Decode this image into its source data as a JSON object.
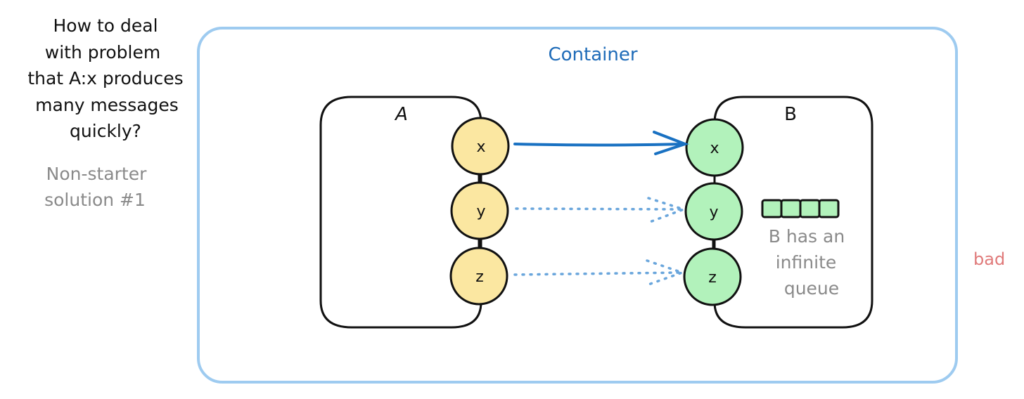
{
  "question": {
    "lines": [
      "How to deal",
      "with problem",
      "that A:x produces",
      "many messages",
      "quickly?"
    ]
  },
  "note": {
    "lines": [
      "Non-starter",
      "solution #1"
    ]
  },
  "container": {
    "title": "Container"
  },
  "component_a": {
    "label": "A",
    "ports": [
      "x",
      "y",
      "z"
    ]
  },
  "component_b": {
    "label": "B",
    "ports": [
      "x",
      "y",
      "z"
    ],
    "queue_note": [
      "B has an",
      "infinite",
      "queue"
    ],
    "queue_cells": 4
  },
  "verdict": "bad",
  "colors": {
    "container_border": "#9ecbf0",
    "container_title": "#1e6bb8",
    "port_a_fill": "#fbe7a1",
    "port_b_fill": "#b2f2bb",
    "solid_arrow": "#1971c2",
    "dotted_arrow": "#6aa6dc",
    "gray_text": "#8a8a8a",
    "verdict": "#e07a7a"
  }
}
